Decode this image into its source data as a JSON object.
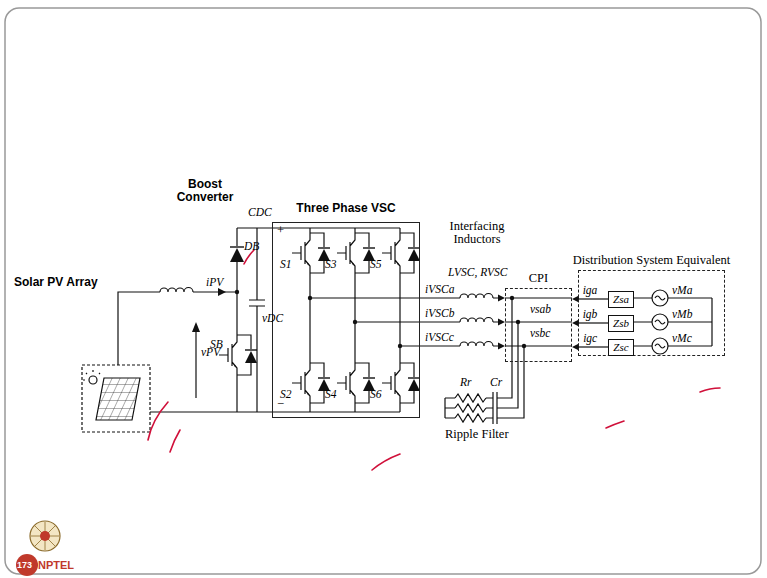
{
  "diagram": {
    "nodes": [
      {
        "text": [
          "Three Phase VSC"
        ]
      },
      {
        "text": [
          "CPI"
        ]
      },
      {
        "text": [
          "Distribution System Equivalent"
        ]
      },
      {
        "text": [
          "Zsa"
        ],
        "in": 2
      },
      {
        "text": [
          "Zsb"
        ],
        "in": 2
      },
      {
        "text": [
          "Zsc"
        ],
        "in": 2
      }
    ],
    "edges": [
      {
        "from": 0,
        "to": 1,
        "label": "iVSCa",
        "arrow": "to"
      },
      {
        "from": 0,
        "to": 1,
        "label": "iVSCb",
        "arrow": "to"
      },
      {
        "from": 0,
        "to": 1,
        "label": "iVSCc",
        "arrow": "to"
      },
      {
        "from": 3,
        "to": 1,
        "label": "iga",
        "arrow": "to"
      },
      {
        "from": 4,
        "to": 1,
        "label": "igb",
        "arrow": "to"
      },
      {
        "from": 5,
        "to": 1,
        "label": "igc",
        "arrow": "to"
      }
    ],
    "labels": [
      "Solar PV Array",
      "Boost Converter",
      "iPV",
      "vPV",
      "DB",
      "CDC",
      "vDC",
      "SB",
      "+",
      "−",
      "S1",
      "S3",
      "S5",
      "S2",
      "S4",
      "S6",
      "Interfacing Inductors",
      "LVSC, RVSC",
      "vsab",
      "vsbc",
      "Rr",
      "Cr",
      "Ripple Filter",
      "vMa",
      "vMb",
      "vMc",
      "173",
      "NPTEL"
    ]
  }
}
